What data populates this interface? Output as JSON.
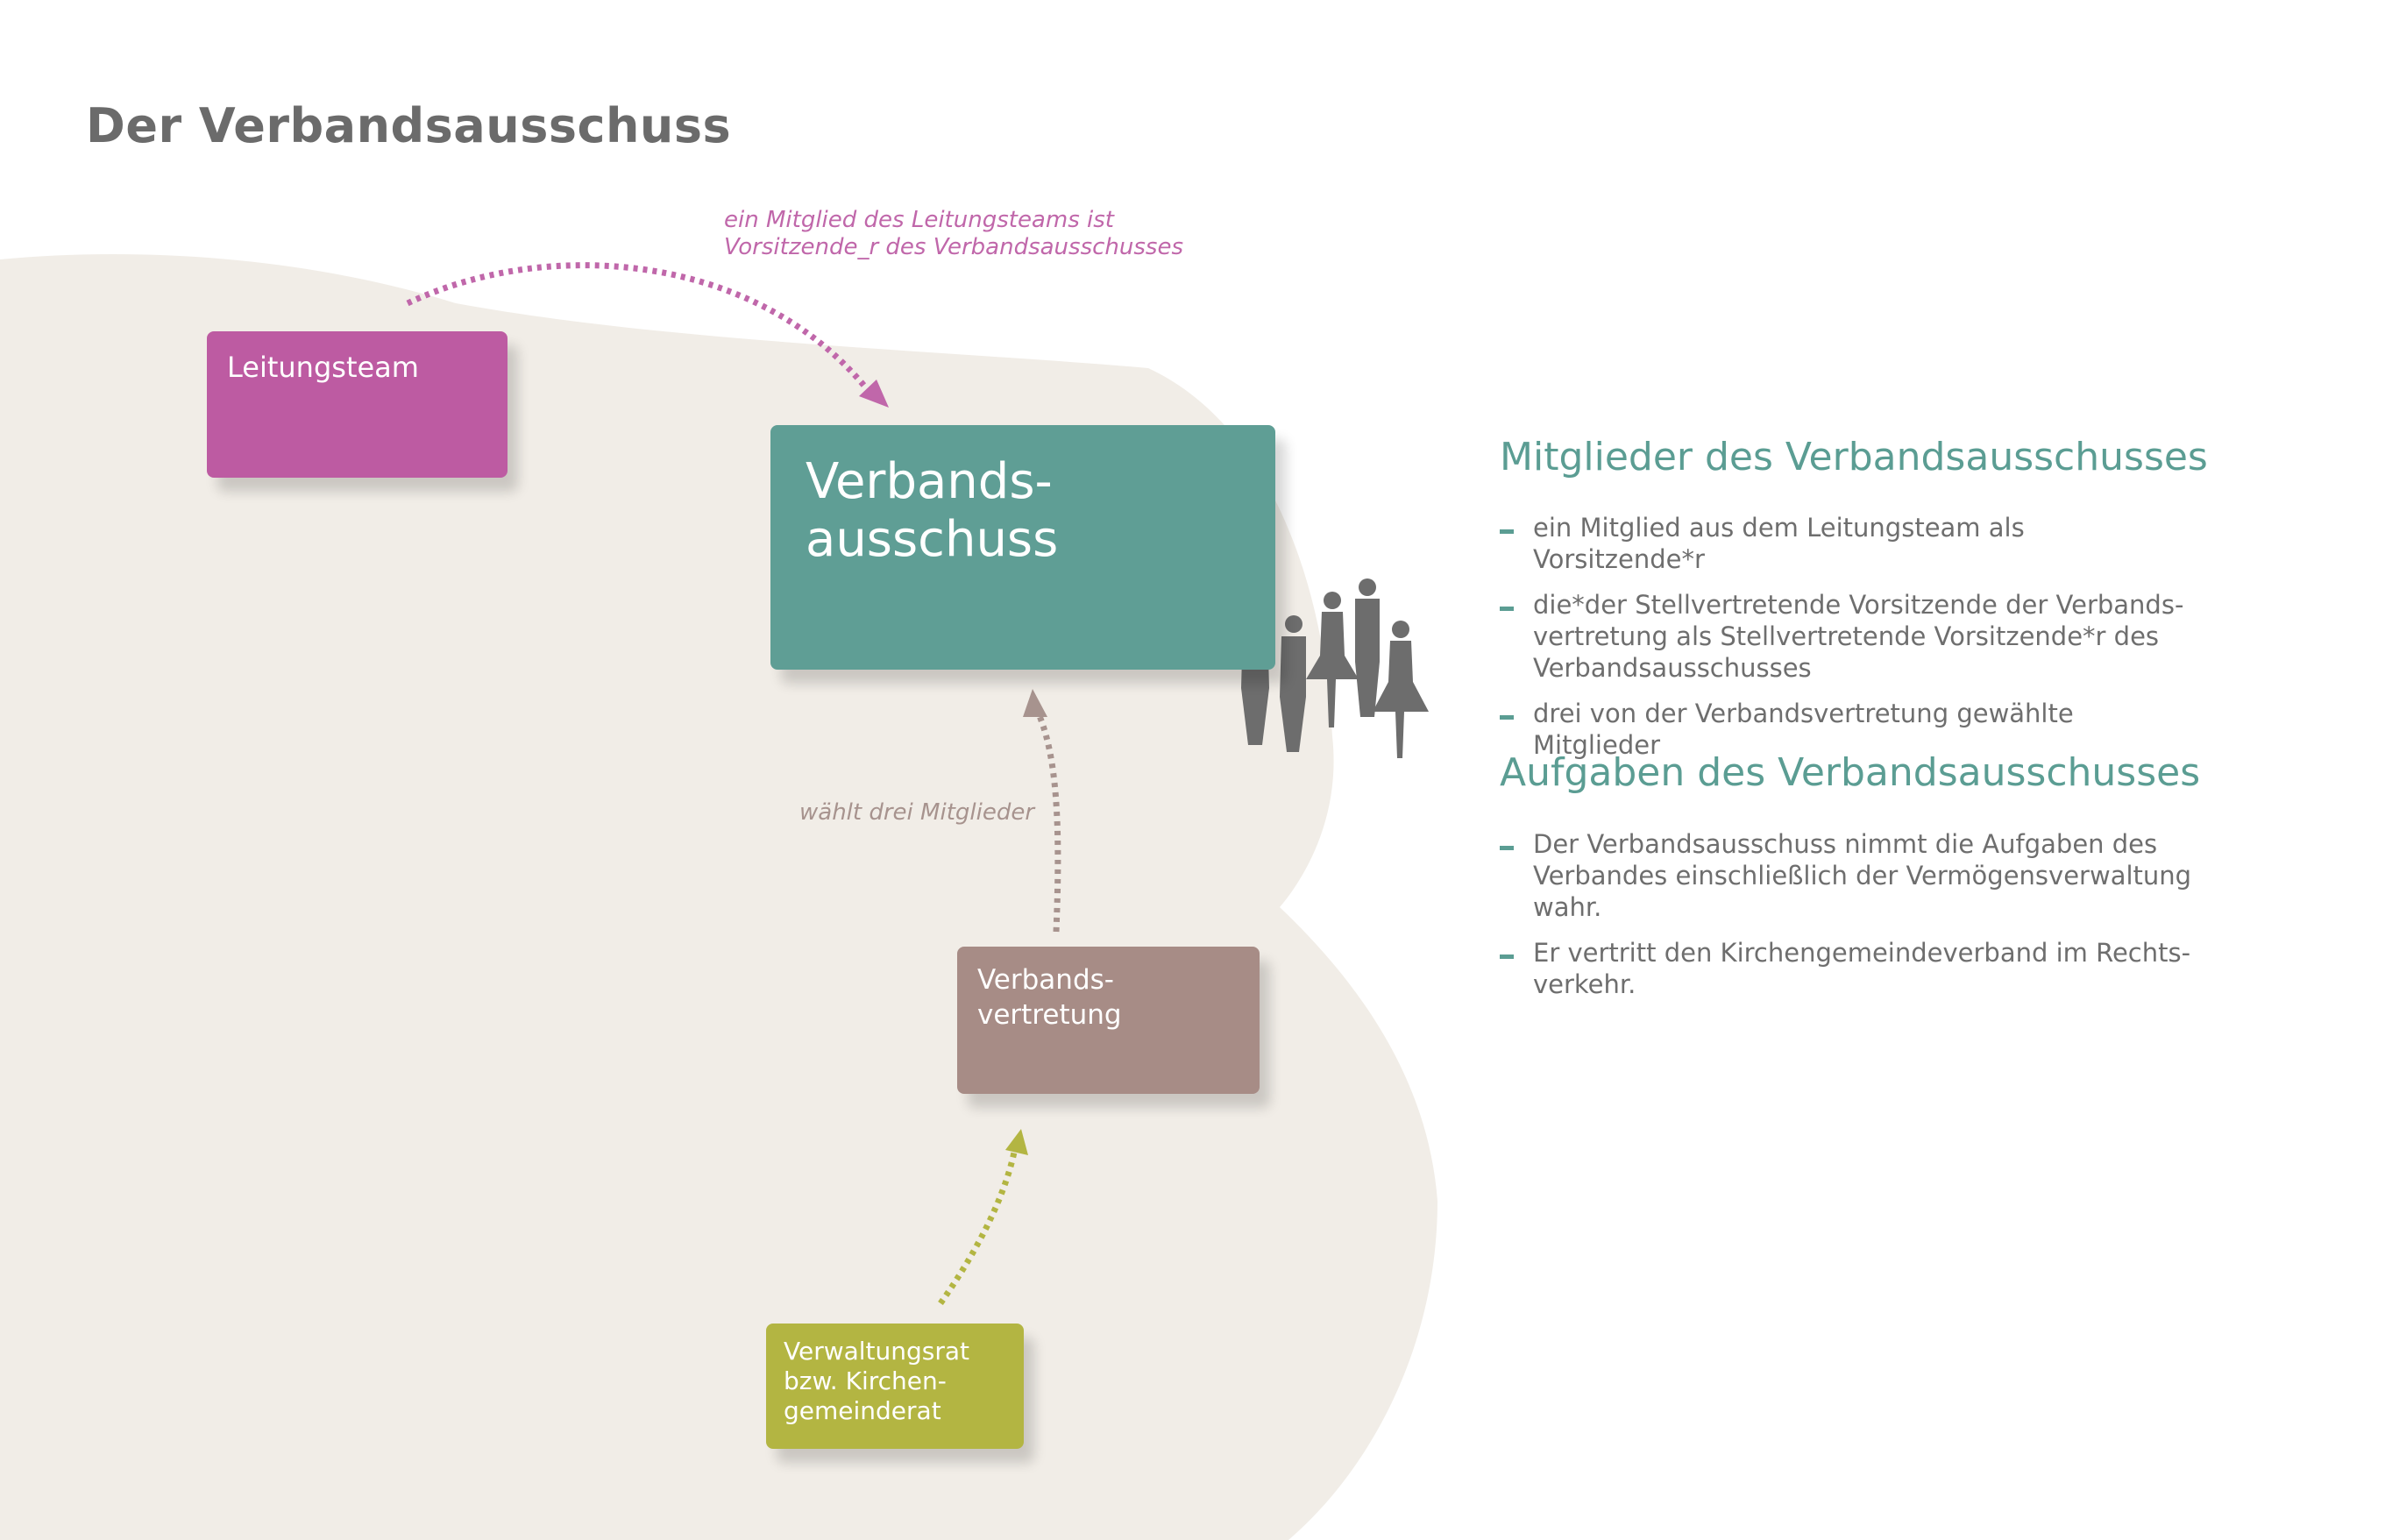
{
  "page_title": "Der Verbandsausschuss",
  "colors": {
    "background_blob": "#f1ede7",
    "leitungsteam": "#bd5ba2",
    "verbandsausschuss": "#5f9e95",
    "verbandsvertretung": "#a78c86",
    "verwaltungsrat": "#b3b542",
    "heading_accent": "#5b9d93",
    "people_icon": "#6d6d6d"
  },
  "diagram": {
    "boxes": {
      "leitungsteam": "Leitungsteam",
      "verbandsausschuss": "Verbands-\nausschuss",
      "verbandsvertretung": "Verbands-\nvertretung",
      "verwaltungsrat": "Verwaltungsrat\nbzw. Kirchen-\ngemeinderat"
    },
    "arrow_labels": {
      "leitungsteam_to_ausschuss": "ein Mitglied des Leitungsteams ist\nVorsitzende_r des Verbandsausschusses",
      "vertretung_to_ausschuss": "wählt drei Mitglieder"
    },
    "icons": [
      "people-group-icon"
    ]
  },
  "sidebar": {
    "members": {
      "heading": "Mitglieder des Verbandsausschusses",
      "items": [
        "ein Mitglied aus dem Leitungsteam als Vorsitzende*r",
        "die*der Stellvertretende Vorsitzende der Verbands-\nvertretung als Stellvertretende Vorsitzende*r des\nVerbandsausschusses",
        "drei von der Verbandsvertretung gewählte Mitglieder"
      ]
    },
    "tasks": {
      "heading": "Aufgaben des Verbandsausschusses",
      "items": [
        "Der Verbandsausschuss nimmt die Aufgaben des\nVerbandes einschließlich der Vermögensverwaltung\nwahr.",
        "Er vertritt den Kirchengemeindeverband im Rechts-\nverkehr."
      ]
    }
  }
}
